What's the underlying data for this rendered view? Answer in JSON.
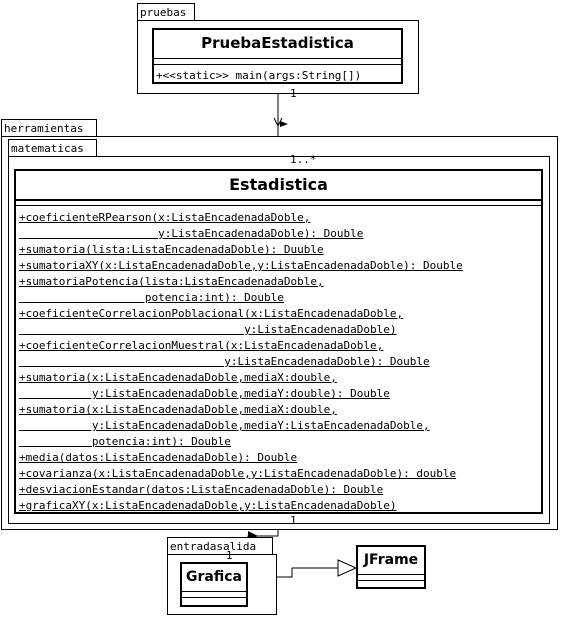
{
  "packages": {
    "pruebas": "pruebas",
    "herramientas": "herramientas",
    "matematicas": "matematicas",
    "entradasalida": "entradasalida"
  },
  "prueba_class": {
    "name": "PruebaEstadistica",
    "operations": [
      "+<<static>> main(args:String[])"
    ]
  },
  "estadistica_class": {
    "name": "Estadistica",
    "operations": [
      "+coeficienteRPearson(x:ListaEncadenadaDoble,",
      "                     y:ListaEncadenadaDoble): Double",
      "+sumatoria(lista:ListaEncadenadaDoble): Duuble",
      "+sumatoriaXY(x:ListaEncadenadaDoble,y:ListaEncadenadaDoble): Double",
      "+sumatoriaPotencia(lista:ListaEncadenadaDoble,",
      "                   potencia:int): Double",
      "+coeficienteCorrelacionPoblacional(x:ListaEncadenadaDoble,",
      "                                  y:ListaEncadenadaDoble)",
      "+coeficienteCorrelacionMuestral(x:ListaEncadenadaDoble,",
      "                               y:ListaEncadenadaDoble): Double",
      "+sumatoria(x:ListaEncadenadaDoble,mediaX:double,",
      "           y:ListaEncadenadaDoble,mediaY:double): Double",
      "+sumatoria(x:ListaEncadenadaDoble,mediaX:double,",
      "           y:ListaEncadenadaDoble,mediaY:ListaEncadenadaDoble,",
      "           potencia:int): Double",
      "+media(datos:ListaEncadenadaDoble): Double",
      "+covarianza(x:ListaEncadenadaDoble,y:ListaEncadenadaDoble): double",
      "+desviacionEstandar(datos:ListaEncadenadaDoble): Double",
      "+graficaXY(x:ListaEncadenadaDoble,y:ListaEncadenadaDoble)"
    ]
  },
  "grafica_class": {
    "name": "Grafica"
  },
  "jframe_class": {
    "name": "JFrame"
  },
  "multiplicities": {
    "prueba_end": "1",
    "estadistica_top": "1..*",
    "estadistica_bottom": "1",
    "grafica_top": "1"
  }
}
